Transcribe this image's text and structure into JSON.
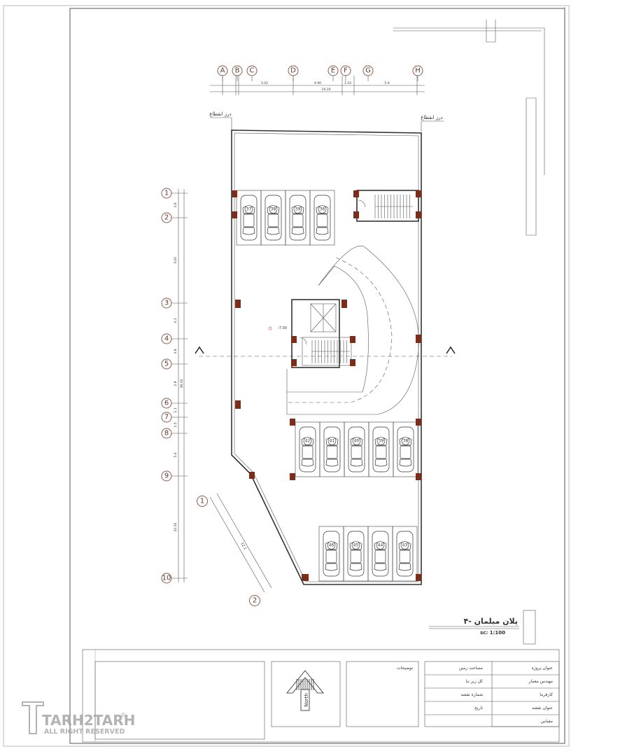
{
  "plan": {
    "title": "پلان مبلمان -۴",
    "scale": "sc:  1:100",
    "level_marker": "-7.00"
  },
  "seismic_joint_label": "درز انقطاع",
  "grid_letters": [
    "A",
    "B",
    "C",
    "D",
    "E",
    "F",
    "G",
    "H"
  ],
  "grid_numbers": [
    "1",
    "2",
    "3",
    "4",
    "5",
    "6",
    "7",
    "8",
    "9",
    "10"
  ],
  "grid_diagonal": [
    "1",
    "2"
  ],
  "dimensions": {
    "top_segments": [
      "5.02",
      "4.90",
      "1.10",
      "5.9"
    ],
    "top_total": "19.10",
    "left_segments": [
      "2.6",
      "3.00",
      "4.1",
      "3.8",
      "2.8",
      "1.1",
      "1.5",
      "5.4",
      "10.50"
    ],
    "left_total": "36.00",
    "diagonal": "12.1"
  },
  "parking_spaces": {
    "top_row": [
      "37",
      "38",
      "39",
      "36"
    ],
    "middle_row": [
      "42",
      "41",
      "40",
      "39",
      "38"
    ],
    "bottom_row": [
      "46",
      "45",
      "44",
      "43"
    ]
  },
  "title_block": {
    "descriptions": "توضیحات",
    "north": "North",
    "rows_left": [
      "مساحت زمین",
      "کل زیر بنا",
      "شماره نقشه",
      "تاریخ"
    ],
    "rows_right": [
      "عنوان پروژه",
      "مهندس معمار",
      "کارفرما",
      "عنوان نقشه",
      "مقیاس"
    ]
  },
  "watermark": {
    "brand": "TARH2TARH",
    "tagline": "ALL RIGHT RESERVED",
    "registered": "®"
  },
  "colors": {
    "column": "#7a2e1a",
    "grid_bubble": "#8b5a4a",
    "line": "#333333"
  }
}
